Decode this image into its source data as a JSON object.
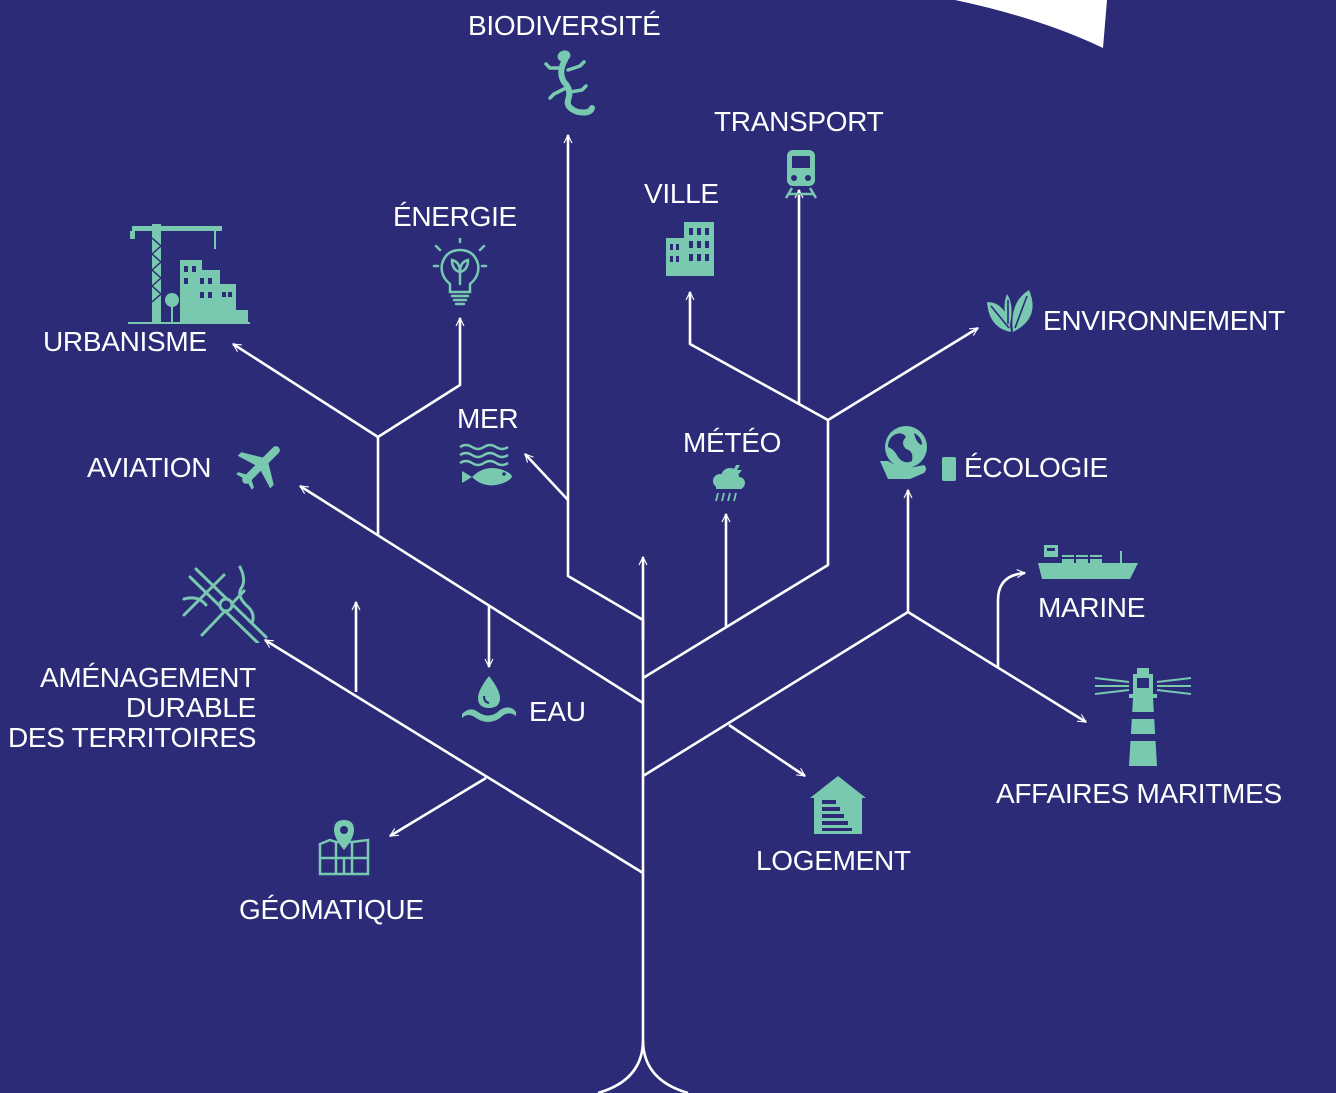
{
  "colors": {
    "background": "#2b2b78",
    "branch": "#ffffff",
    "icon": "#79c9b1"
  },
  "topics": [
    {
      "id": "biodiversite",
      "label": "BIODIVERSITÉ",
      "icon": "gecko-icon"
    },
    {
      "id": "transport",
      "label": "TRANSPORT",
      "icon": "train-icon"
    },
    {
      "id": "ville",
      "label": "VILLE",
      "icon": "building-icon"
    },
    {
      "id": "energie",
      "label": "ÉNERGIE",
      "icon": "lightbulb-icon"
    },
    {
      "id": "urbanisme",
      "label": "URBANISME",
      "icon": "construction-crane-icon"
    },
    {
      "id": "environnement",
      "label": "ENVIRONNEMENT",
      "icon": "leaves-icon"
    },
    {
      "id": "mer",
      "label": "MER",
      "icon": "fish-waves-icon"
    },
    {
      "id": "meteo",
      "label": "MÉTÉO",
      "icon": "storm-cloud-icon"
    },
    {
      "id": "aviation",
      "label": "AVIATION",
      "icon": "airplane-icon"
    },
    {
      "id": "ecologie",
      "label": "ÉCOLOGIE",
      "icon": "globe-hand-icon"
    },
    {
      "id": "marine",
      "label": "MARINE",
      "icon": "cargo-ship-icon"
    },
    {
      "id": "amenagement",
      "label": [
        "AMÉNAGEMENT",
        "DURABLE",
        "DES TERRITOIRES"
      ],
      "icon": "street-map-icon"
    },
    {
      "id": "eau",
      "label": "EAU",
      "icon": "water-drop-icon"
    },
    {
      "id": "affaires_maritimes",
      "label": "AFFAIRES MARITMES",
      "icon": "lighthouse-icon"
    },
    {
      "id": "logement",
      "label": "LOGEMENT",
      "icon": "house-energy-icon"
    },
    {
      "id": "geomatique",
      "label": "GÉOMATIQUE",
      "icon": "map-pin-icon"
    }
  ]
}
